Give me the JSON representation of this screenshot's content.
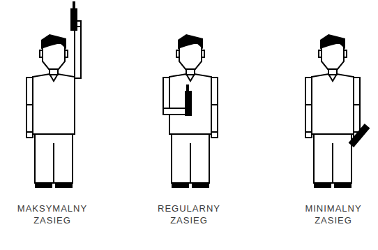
{
  "diagram": {
    "labels": [
      "MAKSYMALNY ZASIEG",
      "REGULARNY ZASIEG",
      "MINIMALNY ZASIEG"
    ]
  }
}
